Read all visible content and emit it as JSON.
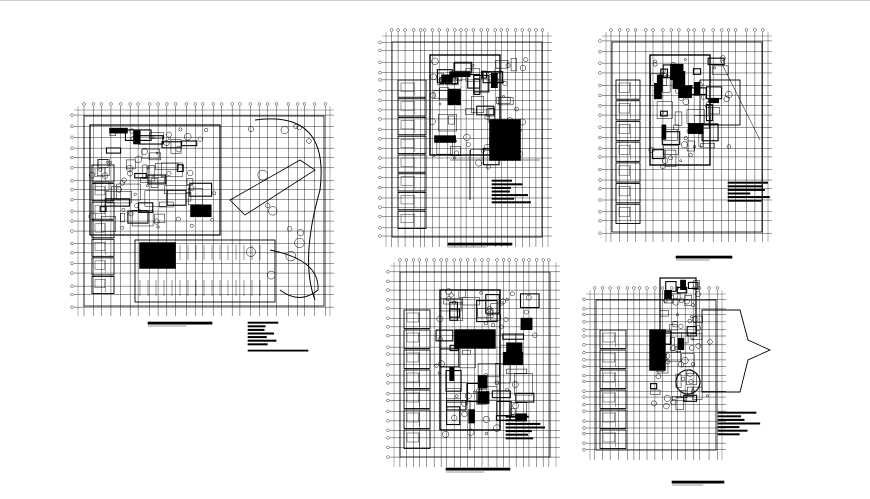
{
  "drawing": {
    "ink_color": "#000000",
    "background_color": "#ffffff",
    "sheets": [
      {
        "id": "site-plan",
        "kind": "site-plan"
      },
      {
        "id": "floor-plan-1",
        "kind": "floor-plan"
      },
      {
        "id": "floor-plan-2",
        "kind": "floor-plan"
      },
      {
        "id": "floor-plan-3",
        "kind": "floor-plan"
      },
      {
        "id": "floor-plan-4",
        "kind": "floor-plan"
      }
    ]
  }
}
